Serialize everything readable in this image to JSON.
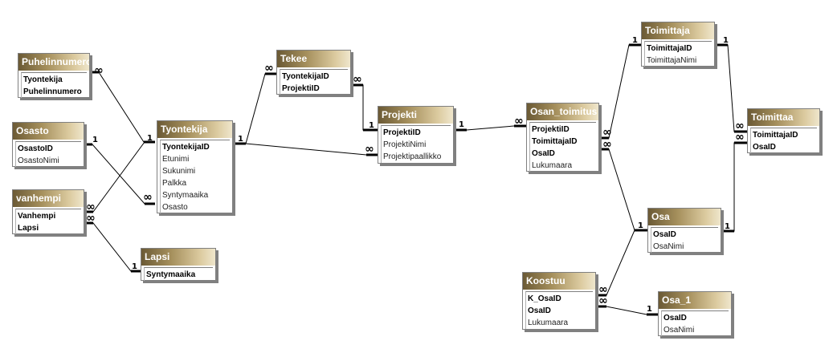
{
  "tables": {
    "puhelinnumero": {
      "title": "Puhelinnumero",
      "fields": [
        {
          "name": "Tyontekija",
          "key": true
        },
        {
          "name": "Puhelinnumero",
          "key": true
        }
      ]
    },
    "osasto": {
      "title": "Osasto",
      "fields": [
        {
          "name": "OsastoID",
          "key": true
        },
        {
          "name": "OsastoNimi",
          "key": false
        }
      ]
    },
    "vanhempi": {
      "title": "vanhempi",
      "fields": [
        {
          "name": "Vanhempi",
          "key": true
        },
        {
          "name": "Lapsi",
          "key": true
        }
      ]
    },
    "lapsi": {
      "title": "Lapsi",
      "fields": [
        {
          "name": "Syntymaaika",
          "key": true
        }
      ]
    },
    "tyontekija": {
      "title": "Tyontekija",
      "fields": [
        {
          "name": "TyontekijaID",
          "key": true
        },
        {
          "name": "Etunimi",
          "key": false
        },
        {
          "name": "Sukunimi",
          "key": false
        },
        {
          "name": "Palkka",
          "key": false
        },
        {
          "name": "Syntymaaika",
          "key": false
        },
        {
          "name": "Osasto",
          "key": false
        }
      ]
    },
    "tekee": {
      "title": "Tekee",
      "fields": [
        {
          "name": "TyontekijaID",
          "key": true
        },
        {
          "name": "ProjektiID",
          "key": true
        }
      ]
    },
    "projekti": {
      "title": "Projekti",
      "fields": [
        {
          "name": "ProjektiID",
          "key": true
        },
        {
          "name": "ProjektiNimi",
          "key": false
        },
        {
          "name": "Projektipaallikko",
          "key": false
        }
      ]
    },
    "osan_toimitus": {
      "title": "Osan_toimitus",
      "fields": [
        {
          "name": "ProjektiID",
          "key": true
        },
        {
          "name": "ToimittajaID",
          "key": true
        },
        {
          "name": "OsaID",
          "key": true
        },
        {
          "name": "Lukumaara",
          "key": false
        }
      ]
    },
    "toimittaja": {
      "title": "Toimittaja",
      "fields": [
        {
          "name": "ToimittajaID",
          "key": true
        },
        {
          "name": "ToimittajaNimi",
          "key": false
        }
      ]
    },
    "toimittaa": {
      "title": "Toimittaa",
      "fields": [
        {
          "name": "ToimittajaID",
          "key": true
        },
        {
          "name": "OsaID",
          "key": true
        }
      ]
    },
    "osa": {
      "title": "Osa",
      "fields": [
        {
          "name": "OsaID",
          "key": true
        },
        {
          "name": "OsaNimi",
          "key": false
        }
      ]
    },
    "koostuu": {
      "title": "Koostuu",
      "fields": [
        {
          "name": "K_OsaID",
          "key": true
        },
        {
          "name": "OsaID",
          "key": true
        },
        {
          "name": "Lukumaara",
          "key": false
        }
      ]
    },
    "osa_1": {
      "title": "Osa_1",
      "fields": [
        {
          "name": "OsaID",
          "key": true
        },
        {
          "name": "OsaNimi",
          "key": false
        }
      ]
    }
  },
  "cardinality": {
    "one": "1",
    "many": "∞"
  },
  "colors": {
    "title_dark": "#6b5a35",
    "title_light": "#efe6cc",
    "line": "#000000"
  }
}
